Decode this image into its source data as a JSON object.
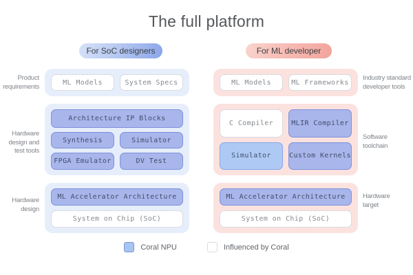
{
  "title": "The full platform",
  "pills": {
    "left": "For SoC designers",
    "right": "For ML developer"
  },
  "row_labels": {
    "left": [
      [
        "Product",
        "requirements"
      ],
      [
        "Hardware",
        "design and",
        "test tools"
      ],
      [
        "Hardware",
        "design"
      ]
    ],
    "right": [
      [
        "Industry standard",
        "developer tools"
      ],
      [
        "Software",
        "toolchain"
      ],
      [
        "Hardware",
        "target"
      ]
    ]
  },
  "soc": {
    "requirements": {
      "ml_models": "ML Models",
      "system_specs": "System Specs"
    },
    "tools": {
      "architecture": "Architecture IP Blocks",
      "synthesis": "Synthesis",
      "simulator": "Simulator",
      "fpga": "FPGA Emulator",
      "dv": "DV Test"
    },
    "design": {
      "accelerator": "ML Accelerator Architecture",
      "soc": "System on Chip (SoC)"
    }
  },
  "ml": {
    "requirements": {
      "ml_models": "ML Models",
      "frameworks": "ML Frameworks"
    },
    "toolchain": {
      "c_compiler": "C Compiler",
      "mlir": "MLIR Compiler",
      "simulator": "Simulator",
      "kernels": "Custom Kernels"
    },
    "target": {
      "accelerator": "ML Accelerator Architecture",
      "soc": "System on Chip (SoC)"
    }
  },
  "legend": {
    "coral": "Coral NPU",
    "influenced": "Influenced by Coral"
  },
  "colors": {
    "coral_npu_box": "#a8b6ec",
    "coral_npu_border": "#7e91da",
    "light_blue_box": "#aecaf4",
    "panel_blue": "#e7eefb",
    "panel_pink": "#fbe2df",
    "pill_blue": "#8aa5e9",
    "pill_pink": "#f2a39c",
    "title_text": "#54575b",
    "side_label_text": "#7e8287"
  }
}
